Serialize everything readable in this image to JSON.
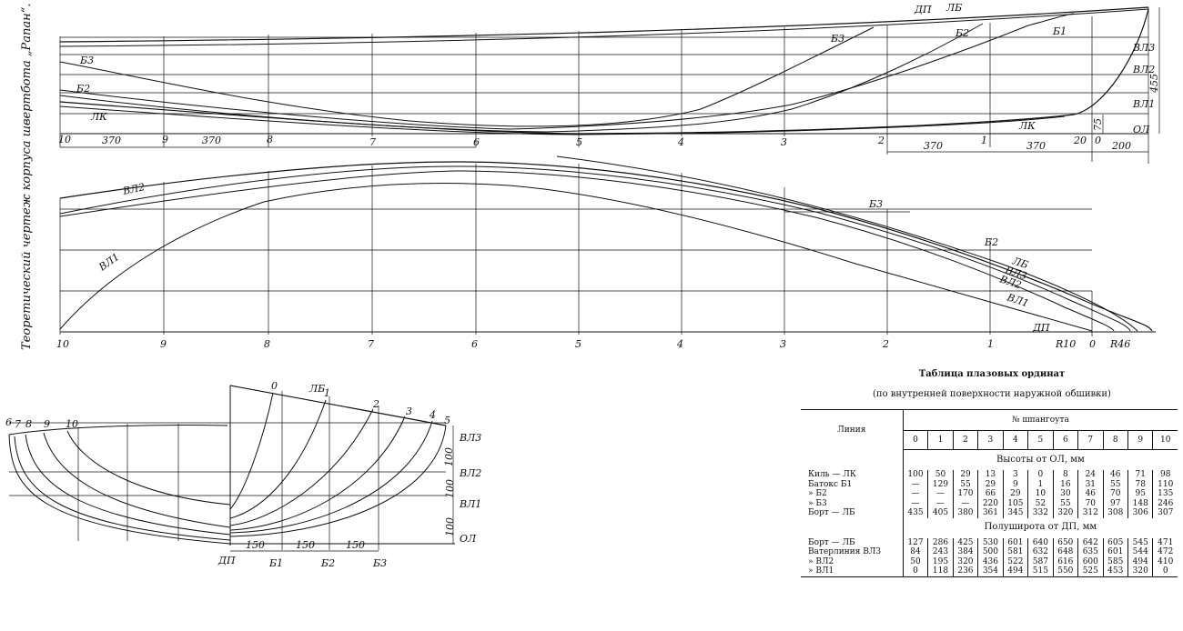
{
  "side_title": "Теоретический чертеж корпуса швертбота „Рапан“.",
  "profile": {
    "labels": {
      "dp": "ДП",
      "lb": "ЛБ",
      "b3": "Б3",
      "b2": "Б2",
      "b1": "Б1",
      "lk": "ЛК",
      "vl3": "ВЛ3",
      "vl2": "ВЛ2",
      "vl1": "ВЛ1",
      "ol": "ОЛ",
      "b3_left": "Б3",
      "b2_left": "Б2",
      "lk_left": "ЛК"
    },
    "stations": [
      "10",
      "9",
      "8",
      "7",
      "6",
      "5",
      "4",
      "3",
      "2",
      "1",
      "0"
    ],
    "dims": {
      "d370a": "370",
      "d370b": "370",
      "d370c": "370",
      "d370d": "370",
      "d20": "20",
      "d200": "200",
      "d75": "75",
      "d455": "455"
    }
  },
  "plan": {
    "labels": {
      "vl2": "ВЛ2",
      "vl1": "ВЛ1",
      "b3": "Б3",
      "b2": "Б2",
      "lb": "ЛБ",
      "vl3": "ВЛ3",
      "vl2r": "ВЛ2",
      "vl1r": "ВЛ1",
      "dp": "ДП",
      "r10": "R10",
      "r46": "R46"
    },
    "stations": [
      "10",
      "9",
      "8",
      "7",
      "6",
      "5",
      "4",
      "3",
      "2",
      "1",
      "0"
    ]
  },
  "body": {
    "labels": {
      "lb": "ЛБ",
      "vl3": "ВЛ3",
      "vl2": "ВЛ2",
      "vl1": "ВЛ1",
      "ol": "ОЛ",
      "dp": "ДП",
      "b1": "Б1",
      "b2": "Б2",
      "b3": "Б3"
    },
    "fwd": [
      "0",
      "1",
      "2",
      "3",
      "4",
      "5"
    ],
    "aft": [
      "6",
      "7",
      "8",
      "9",
      "10"
    ],
    "dims": {
      "d100a": "100",
      "d100b": "100",
      "d100c": "100",
      "d150a": "150",
      "d150b": "150",
      "d150c": "150"
    }
  },
  "table": {
    "title": "Таблица плазовых ординат",
    "subtitle": "(по внутренней поверхности наружной обшивки)",
    "col_line": "Линия",
    "col_group": "№ шпангоута",
    "stations": [
      "0",
      "1",
      "2",
      "3",
      "4",
      "5",
      "6",
      "7",
      "8",
      "9",
      "10"
    ],
    "section1": "Высоты от ОЛ, мм",
    "rows1": [
      {
        "line": "Киль — ЛК",
        "v": [
          "100",
          "50",
          "29",
          "13",
          "3",
          "0",
          "8",
          "24",
          "46",
          "71",
          "98"
        ]
      },
      {
        "line": "Батокс Б1",
        "v": [
          "—",
          "129",
          "55",
          "29",
          "9",
          "1",
          "16",
          "31",
          "55",
          "78",
          "110"
        ]
      },
      {
        "line": "»    Б2",
        "v": [
          "—",
          "—",
          "170",
          "66",
          "29",
          "10",
          "30",
          "46",
          "70",
          "95",
          "135"
        ]
      },
      {
        "line": "»    Б3",
        "v": [
          "—",
          "—",
          "—",
          "220",
          "105",
          "52",
          "55",
          "70",
          "97",
          "148",
          "246"
        ]
      },
      {
        "line": "Борт — ЛБ",
        "v": [
          "435",
          "405",
          "380",
          "361",
          "345",
          "332",
          "320",
          "312",
          "308",
          "306",
          "307"
        ]
      }
    ],
    "section2": "Полуширота от ДП, мм",
    "rows2": [
      {
        "line": "Борт — ЛБ",
        "v": [
          "127",
          "286",
          "425",
          "530",
          "601",
          "640",
          "650",
          "642",
          "605",
          "545",
          "471"
        ]
      },
      {
        "line": "Ватерлиния ВЛ3",
        "v": [
          "84",
          "243",
          "384",
          "500",
          "581",
          "632",
          "648",
          "635",
          "601",
          "544",
          "472"
        ]
      },
      {
        "line": "»    ВЛ2",
        "v": [
          "50",
          "195",
          "320",
          "436",
          "522",
          "587",
          "616",
          "600",
          "585",
          "494",
          "410"
        ]
      },
      {
        "line": "»    ВЛ1",
        "v": [
          "0",
          "118",
          "236",
          "354",
          "494",
          "515",
          "550",
          "525",
          "453",
          "320",
          "0"
        ]
      }
    ]
  }
}
